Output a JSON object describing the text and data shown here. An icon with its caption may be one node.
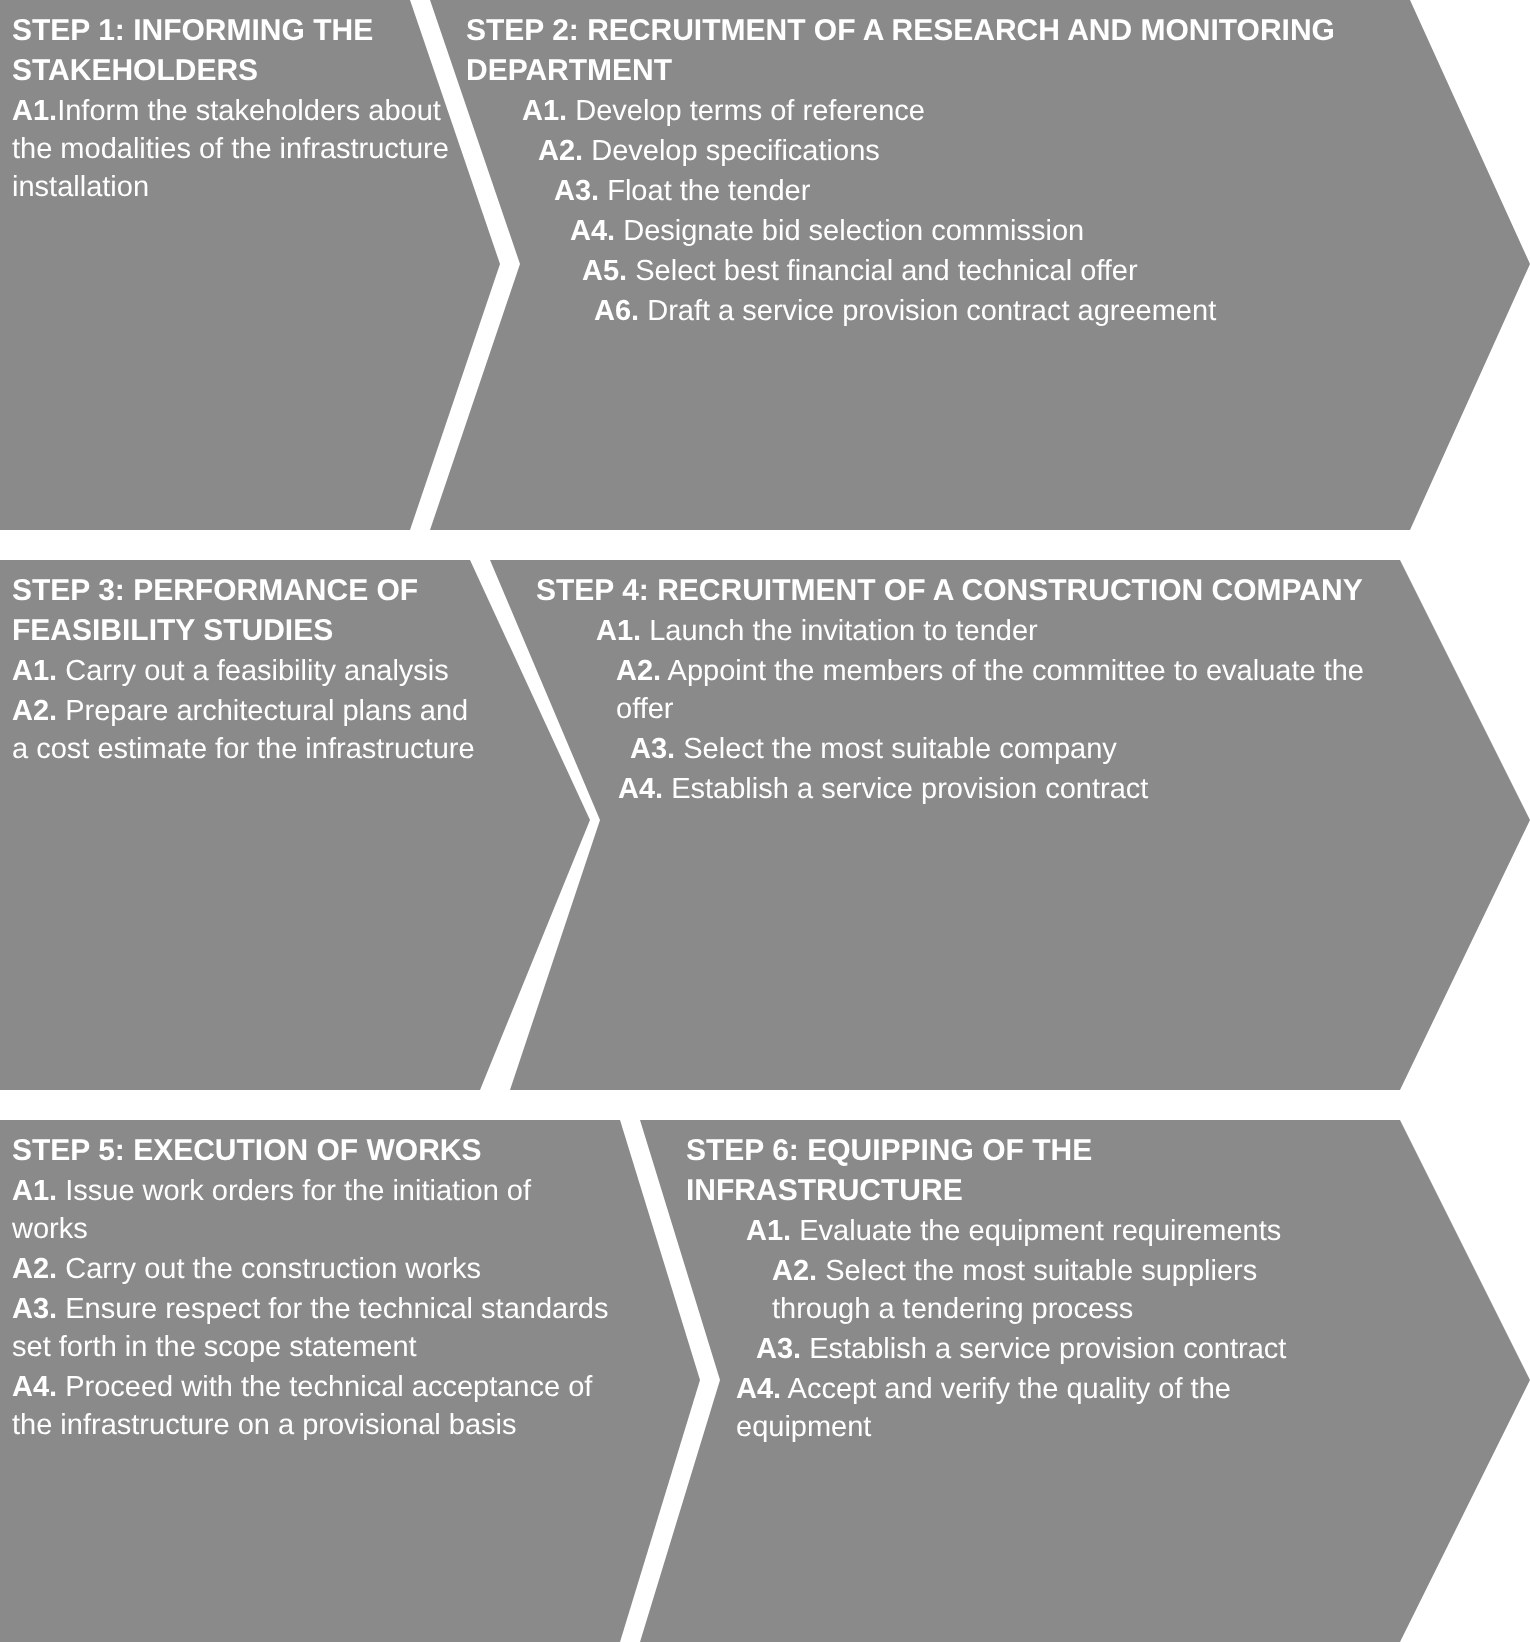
{
  "diagram": {
    "nodes": [
      {
        "text": [
          "STEP 1: INFORMING THE STAKEHOLDERS",
          "**A1.**Inform the stakeholders about the modalities of the infrastructure installation"
        ]
      },
      {
        "text": [
          "STEP 2: RECRUITMENT OF A RESEARCH AND MONITORING DEPARTMENT",
          "**A1.** Develop terms of reference",
          "**A2.** Develop specifications",
          "**A3.** Float the tender",
          "**A4.** Designate bid selection commission",
          "**A5.** Select best financial and technical offer",
          "**A6.** Draft a service provision contract agreement"
        ]
      },
      {
        "text": [
          "STEP 3: PERFORMANCE OF FEASIBILITY STUDIES",
          "**A1.** Carry out a feasibility analysis",
          "**A2.** Prepare architectural plans and a cost estimate for the infrastructure"
        ]
      },
      {
        "text": [
          "STEP 4: RECRUITMENT OF A CONSTRUCTION COMPANY",
          "**A1.** Launch the invitation to tender",
          "**A2.** Appoint the members of the committee to evaluate the offer",
          "**A3.** Select the most suitable company",
          "**A4.** Establish a service provision contract"
        ]
      },
      {
        "text": [
          "STEP 5: EXECUTION OF WORKS",
          "**A1.** Issue work orders for the initiation of works",
          "**A2.** Carry out the construction works",
          "**A3.** Ensure respect for the technical standards set forth in the scope statement",
          "**A4.** Proceed with the technical acceptance of the infrastructure on a provisional basis"
        ]
      },
      {
        "text": [
          "STEP 6: EQUIPPING OF THE INFRASTRUCTURE",
          "**A1.** Evaluate the equipment requirements",
          "**A2.** Select the most suitable suppliers through a tendering process",
          "**A3.** Establish a service provision contract",
          "**A4.** Accept and verify the quality of the equipment"
        ]
      }
    ]
  }
}
